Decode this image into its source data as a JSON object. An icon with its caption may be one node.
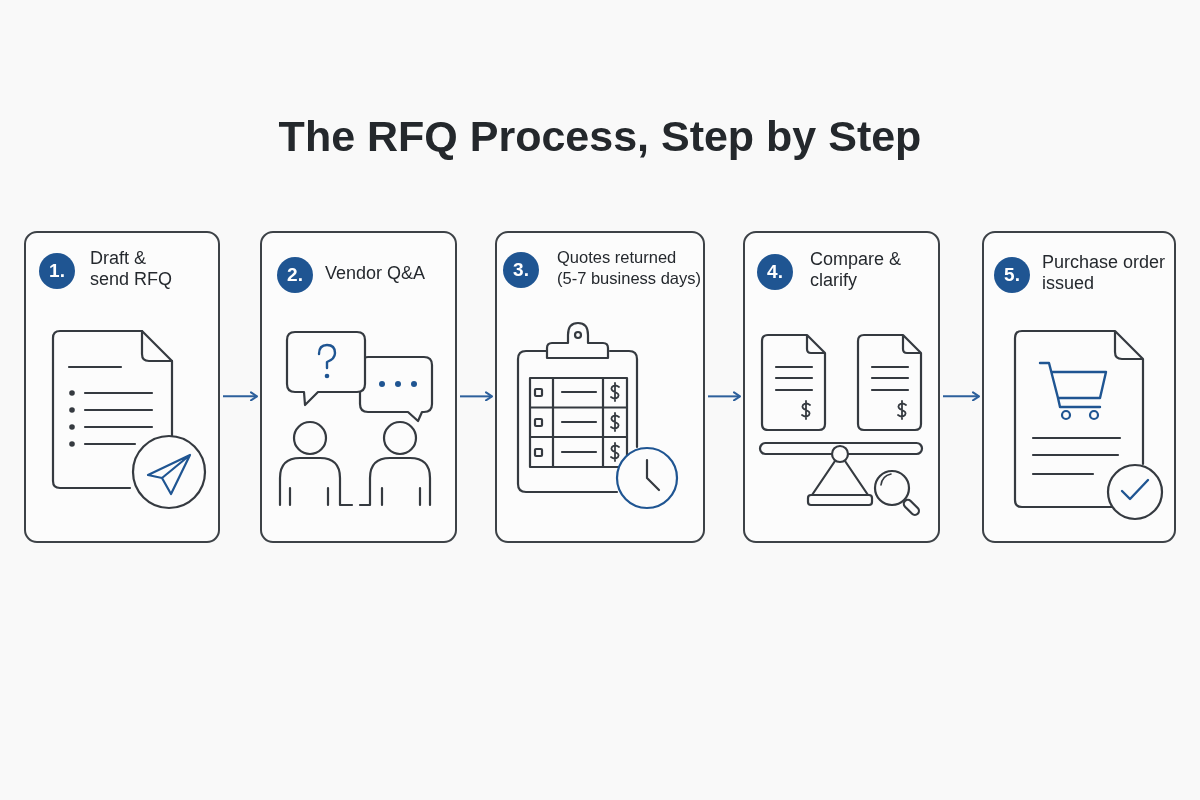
{
  "diagram": {
    "title": "The RFQ Process, Step by Step",
    "nodes": [
      {
        "text": [
          "Draft & send RFQ"
        ]
      },
      {
        "text": [
          "1."
        ],
        "in": 0
      },
      {
        "text": [
          "Vendor Q&A"
        ]
      },
      {
        "text": [
          "2."
        ],
        "in": 2
      },
      {
        "text": [
          "Quotes returned (5-7 business days)"
        ]
      },
      {
        "text": [
          "3."
        ],
        "in": 4
      },
      {
        "text": [
          "Compare & clarify"
        ]
      },
      {
        "text": [
          "4."
        ],
        "in": 6
      },
      {
        "text": [
          "Purchase order issued"
        ]
      },
      {
        "text": [
          "5."
        ],
        "in": 8
      }
    ],
    "edges": [
      {
        "from": 0,
        "to": 2,
        "arrow": "to"
      },
      {
        "from": 2,
        "to": 4,
        "arrow": "to"
      },
      {
        "from": 4,
        "to": 6,
        "arrow": "to"
      },
      {
        "from": 6,
        "to": 8,
        "arrow": "to"
      }
    ]
  }
}
